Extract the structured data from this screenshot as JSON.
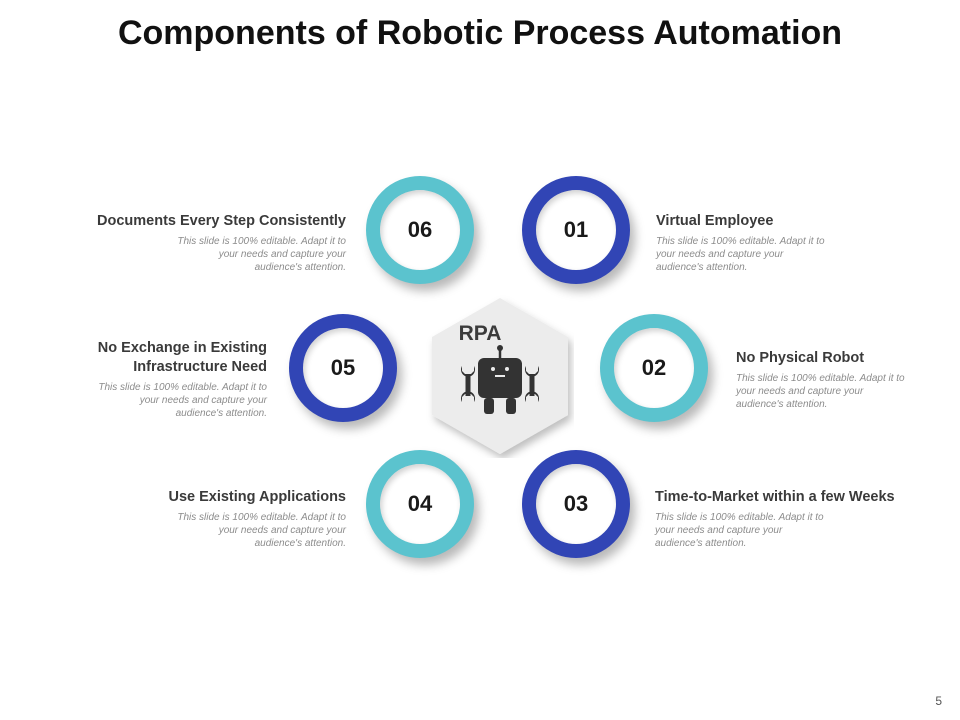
{
  "title": "Components of Robotic Process Automation",
  "center": {
    "label": "RPA",
    "icon": "robot-icon"
  },
  "colors": {
    "blue": "#3145b5",
    "teal": "#5bc3ce",
    "hexagon": "#ececec"
  },
  "items": [
    {
      "number": "01",
      "heading": "Virtual Employee",
      "description": "This slide is 100% editable. Adapt it to your needs and capture your audience's attention.",
      "ring_color": "blue"
    },
    {
      "number": "02",
      "heading": "No Physical Robot",
      "description": "This slide is 100% editable. Adapt it to your needs and capture your audience's attention.",
      "ring_color": "teal"
    },
    {
      "number": "03",
      "heading": "Time-to-Market within a few Weeks",
      "description": "This slide is 100% editable. Adapt it to your needs and capture your audience's attention.",
      "ring_color": "blue"
    },
    {
      "number": "04",
      "heading": "Use Existing Applications",
      "description": "This slide is 100% editable. Adapt it to your needs and capture your audience's attention.",
      "ring_color": "teal"
    },
    {
      "number": "05",
      "heading": "No Exchange in Existing Infrastructure Need",
      "description": "This slide is 100% editable. Adapt it to your needs and capture your audience's attention.",
      "ring_color": "blue"
    },
    {
      "number": "06",
      "heading": "Documents Every Step Consistently",
      "description": "This slide is 100% editable. Adapt it to your needs and capture your audience's attention.",
      "ring_color": "teal"
    }
  ],
  "page_number": "5"
}
